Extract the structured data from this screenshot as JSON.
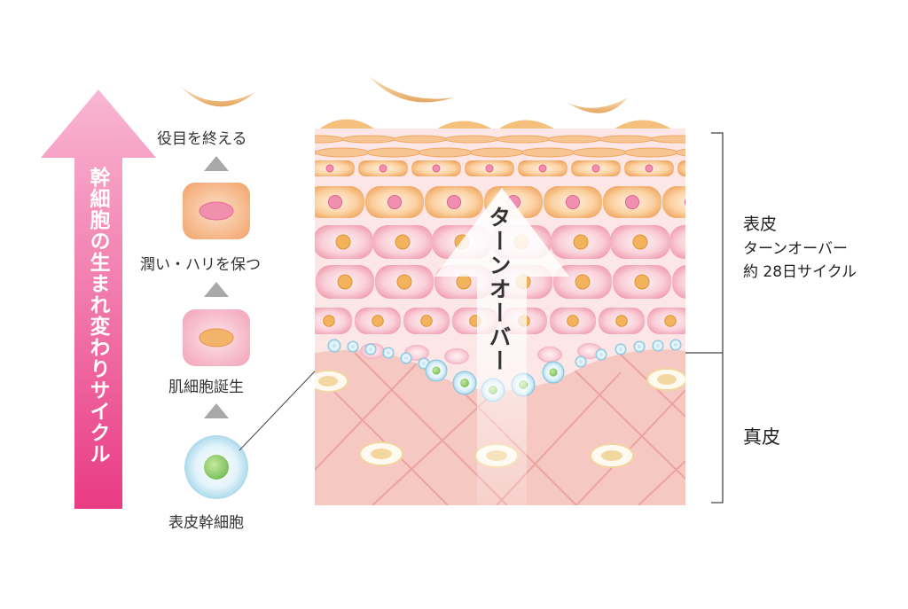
{
  "title_vertical": "幹細胞の生まれ変わりサイクル",
  "stages": [
    {
      "label": "役目を終える"
    },
    {
      "label": "潤い・ハリを保つ"
    },
    {
      "label": "肌細胞誕生"
    },
    {
      "label": "表皮幹細胞"
    }
  ],
  "turnover_arrow": "ターンオーバー",
  "epidermis": {
    "label": "表皮",
    "line2": "ターンオーバー",
    "line3": "約 28日サイクル"
  },
  "dermis": {
    "label": "真皮"
  },
  "colors": {
    "pink_arrow_top": "#f7a8c8",
    "pink_arrow_bottom": "#e8407f",
    "skin_bg": "#fbe3e3",
    "dermis_bg": "#f6c7c3",
    "orange_cell": "#f3b16a",
    "pink_cell": "#f6b5c4",
    "stem_cell": "#9fd3e8"
  }
}
